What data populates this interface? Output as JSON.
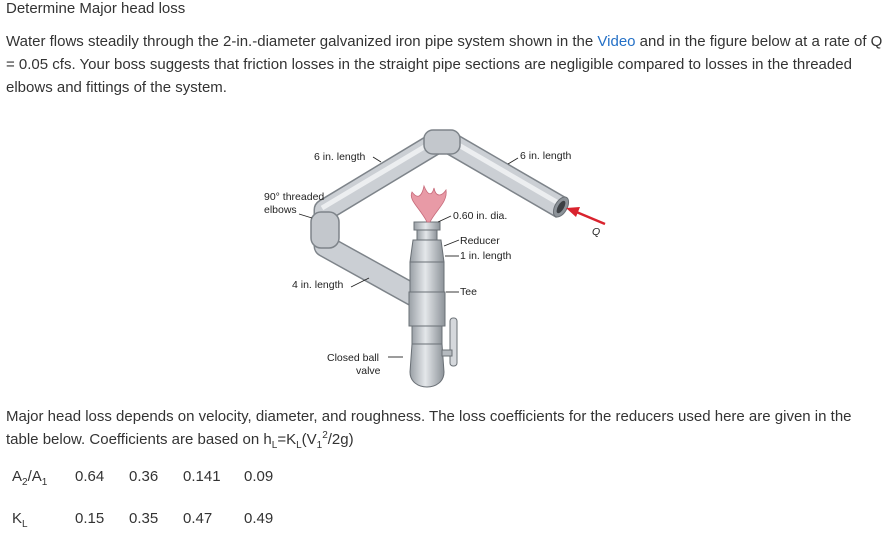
{
  "title": "Determine Major head loss",
  "paragraph1": {
    "before_link": "Water flows steadily through the 2-in.-diameter galvanized iron pipe system shown in the ",
    "link": "Video",
    "after_link": " and in the figure below at a rate of Q = 0.05 cfs. Your boss suggests that friction losses in the straight pipe sections are negligible compared to losses in the threaded elbows and fittings of the system."
  },
  "figure": {
    "labels": {
      "six_in_left": "6 in. length",
      "six_in_right": "6 in. length",
      "elbows_line1": "90° threaded",
      "elbows_line2": "elbows",
      "dia": "0.60 in. dia.",
      "reducer": "Reducer",
      "one_in": "1 in. length",
      "four_in": "4 in. length",
      "tee": "Tee",
      "valve_line1": "Closed ball",
      "valve_line2": "valve",
      "flow_q": "Q"
    },
    "colors": {
      "pipe": "#c9cdd2",
      "pipe_edge": "#7e848a",
      "arrow": "#d9232e",
      "water": "#e89aa6"
    }
  },
  "paragraph2": {
    "line1": "Major head loss depends on velocity, diameter, and roughness. The loss coefficients for the reducers used here are given in the",
    "line2_before": "table below. Coefficients are based on h",
    "line2_sub_L": "L",
    "line2_mid": "=K",
    "line2_sub_L2": "L",
    "line2_paren": "(V",
    "line2_sub_1": "1",
    "line2_sup_2": "2",
    "line2_end": "/2g)"
  },
  "table": {
    "row1_head_main": "A",
    "row1_head_sub1": "2",
    "row1_head_slash": "/A",
    "row1_head_sub2": "1",
    "row1_values": [
      "0.64",
      "0.36",
      "0.141",
      "0.09"
    ],
    "row2_head_main": "K",
    "row2_head_sub": "L",
    "row2_values": [
      "0.15",
      "0.35",
      "0.47",
      "0.49"
    ]
  }
}
